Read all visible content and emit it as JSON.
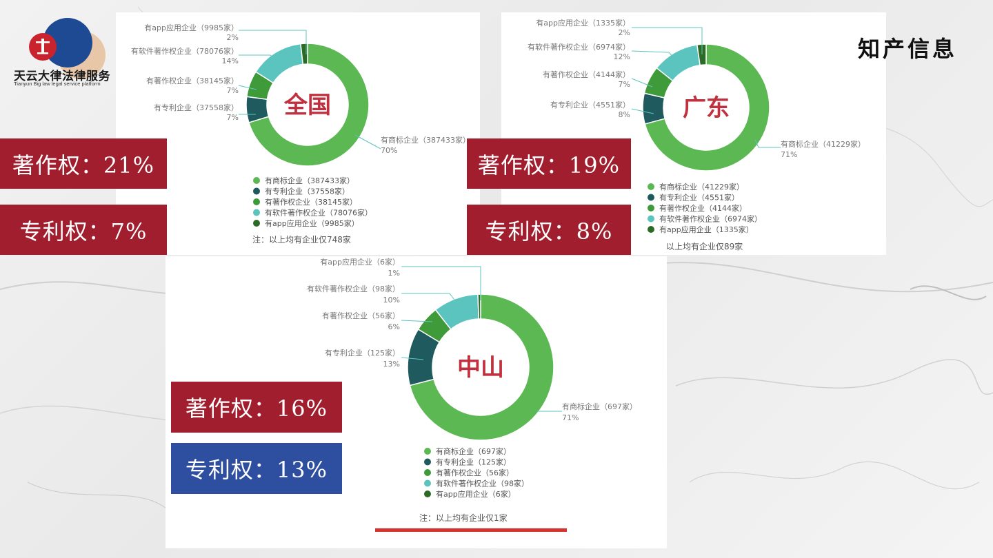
{
  "logo": {
    "name": "天云大律法律服务",
    "subtitle": "Tianyun Big law legal service platform"
  },
  "page_title": "知产信息",
  "colors": {
    "series": [
      "#5cb852",
      "#1f5a5e",
      "#3f9a3a",
      "#5bc4bf",
      "#2b6b26"
    ],
    "stat_red": "#a11e2e",
    "stat_blue": "#2e4ea0",
    "center": "#c0303e"
  },
  "chart_data": [
    {
      "type": "pie",
      "title": "全国",
      "categories": [
        "有商标企业",
        "有专利企业",
        "有著作权企业",
        "有软件著作权企业",
        "有app应用企业"
      ],
      "values": [
        387433,
        37558,
        38145,
        78076,
        9985
      ],
      "callouts": [
        {
          "line1": "有商标企业（387433家）",
          "line2": "70%"
        },
        {
          "line1": "有专利企业（37558家）",
          "line2": "7%"
        },
        {
          "line1": "有著作权企业（38145家）",
          "line2": "7%"
        },
        {
          "line1": "有软件著作权企业（78076家）",
          "line2": "14%"
        },
        {
          "line1": "有app应用企业（9985家）",
          "line2": "2%"
        }
      ],
      "legend": [
        "有商标企业（387433家）",
        "有专利企业（37558家）",
        "有著作权企业（38145家）",
        "有软件著作权企业（78076家）",
        "有app应用企业（9985家）"
      ],
      "note": "注：以上均有企业仅748家"
    },
    {
      "type": "pie",
      "title": "广东",
      "categories": [
        "有商标企业",
        "有专利企业",
        "有著作权企业",
        "有软件著作权企业",
        "有app应用企业"
      ],
      "values": [
        41229,
        4551,
        4144,
        6974,
        1335
      ],
      "callouts": [
        {
          "line1": "有商标企业（41229家）",
          "line2": "71%"
        },
        {
          "line1": "有专利企业（4551家）",
          "line2": "8%"
        },
        {
          "line1": "有著作权企业（4144家）",
          "line2": "7%"
        },
        {
          "line1": "有软件著作权企业（6974家）",
          "line2": "12%"
        },
        {
          "line1": "有app应用企业（1335家）",
          "line2": "2%"
        }
      ],
      "legend": [
        "有商标企业（41229家）",
        "有专利企业（4551家）",
        "有著作权企业（4144家）",
        "有软件著作权企业（6974家）",
        "有app应用企业（1335家）"
      ],
      "note": "以上均有企业仅89家"
    },
    {
      "type": "pie",
      "title": "中山",
      "categories": [
        "有商标企业",
        "有专利企业",
        "有著作权企业",
        "有软件著作权企业",
        "有app应用企业"
      ],
      "values": [
        697,
        125,
        56,
        98,
        6
      ],
      "callouts": [
        {
          "line1": "有商标企业（697家）",
          "line2": "71%"
        },
        {
          "line1": "有专利企业（125家）",
          "line2": "13%"
        },
        {
          "line1": "有著作权企业（56家）",
          "line2": "6%"
        },
        {
          "line1": "有软件著作权企业（98家）",
          "line2": "10%"
        },
        {
          "line1": "有app应用企业（6家）",
          "line2": "1%"
        }
      ],
      "legend": [
        "有商标企业（697家）",
        "有专利企业（125家）",
        "有著作权企业（56家）",
        "有软件著作权企业（98家）",
        "有app应用企业（6家）"
      ],
      "note": "注：以上均有企业仅1家"
    }
  ],
  "stats": {
    "national": {
      "copyright": "著作权：21%",
      "patent": "专利权：7%"
    },
    "guangdong": {
      "copyright": "著作权：19%",
      "patent": "专利权：8%"
    },
    "zhongshan": {
      "copyright": "著作权：16%",
      "patent": "专利权：13%"
    }
  }
}
